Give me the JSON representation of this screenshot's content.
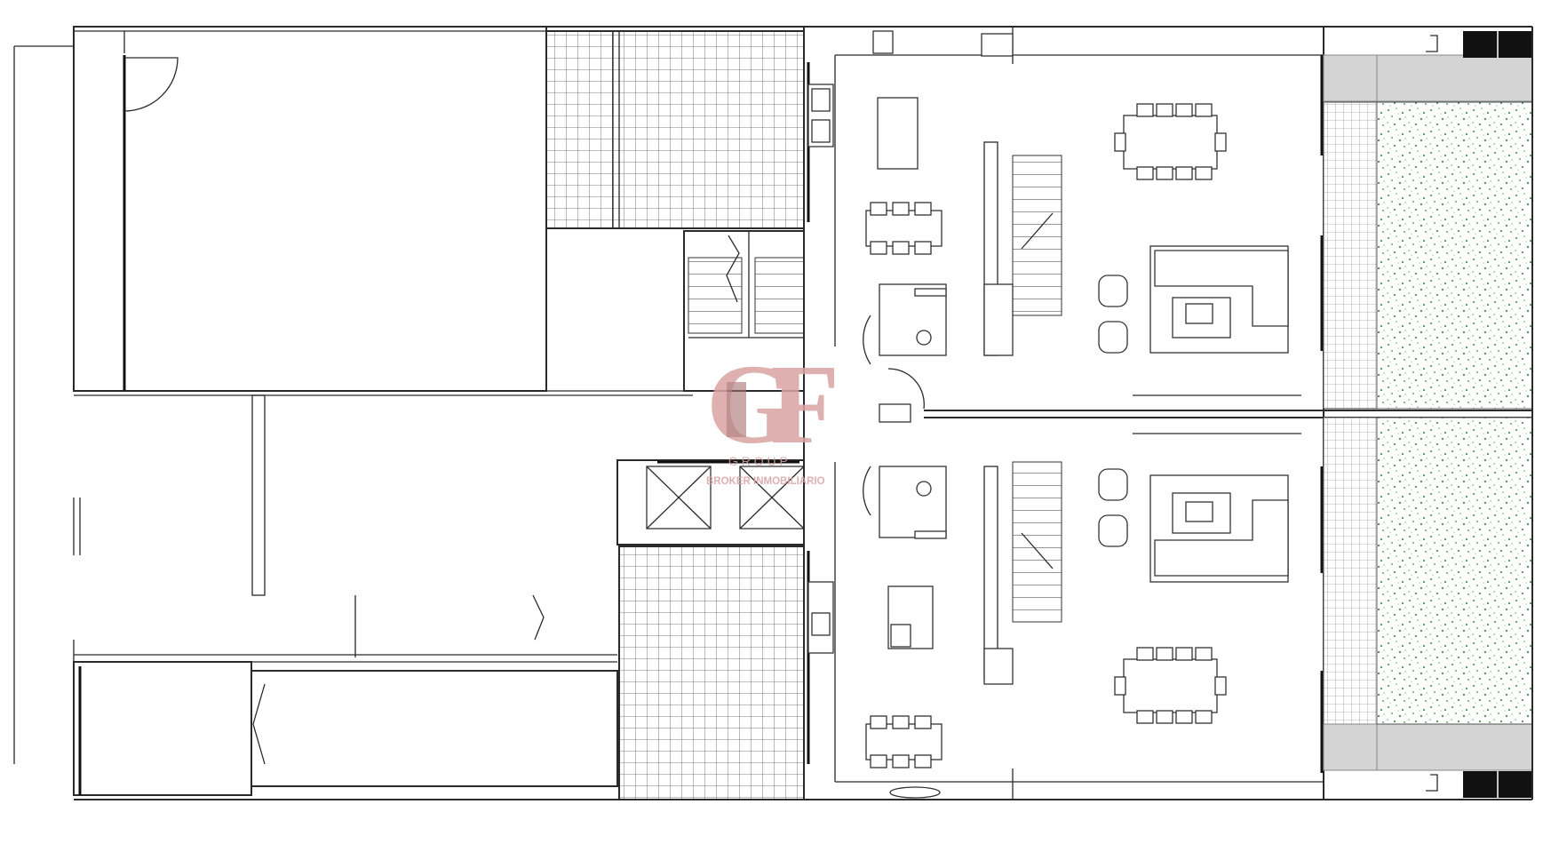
{
  "watermark": {
    "logo_letters": "GF",
    "group": "G R O U P",
    "tagline": "BROKER INMOBILIARIO",
    "color": "#d9a3a3"
  },
  "colors": {
    "wall": "#2a2a2a",
    "garden": "#3a8f3a",
    "paving": "#d4d4d4",
    "background": "#ffffff"
  }
}
